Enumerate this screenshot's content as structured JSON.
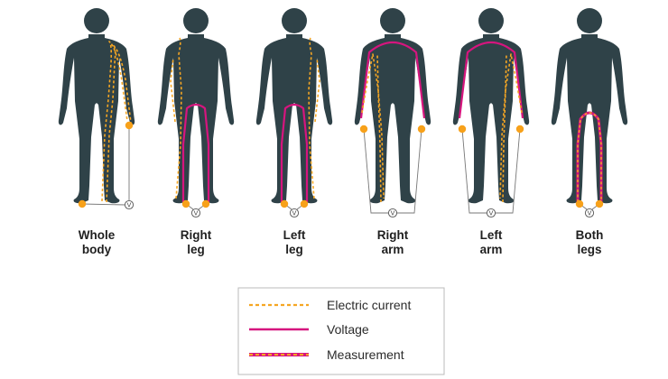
{
  "diagram": {
    "colors": {
      "body": "#2f4248",
      "current": "#f5a623",
      "voltage": "#d6157e",
      "electrode": "#f7a11a",
      "wire": "#777777"
    },
    "meter_symbol": "V",
    "figures": [
      {
        "id": "whole-body",
        "label_line1": "Whole",
        "label_line2": "body"
      },
      {
        "id": "right-leg",
        "label_line1": "Right",
        "label_line2": "leg"
      },
      {
        "id": "left-leg",
        "label_line1": "Left",
        "label_line2": "leg"
      },
      {
        "id": "right-arm",
        "label_line1": "Right",
        "label_line2": "arm"
      },
      {
        "id": "left-arm",
        "label_line1": "Left",
        "label_line2": "arm"
      },
      {
        "id": "both-legs",
        "label_line1": "Both",
        "label_line2": "legs"
      }
    ],
    "legend": {
      "items": [
        {
          "style": "current",
          "label": "Electric current"
        },
        {
          "style": "voltage",
          "label": "Voltage"
        },
        {
          "style": "measurement",
          "label": "Measurement"
        }
      ]
    }
  }
}
